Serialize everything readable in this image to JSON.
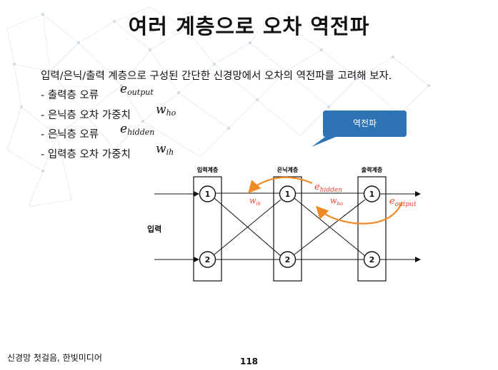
{
  "slide": {
    "title": "여러 계층으로 오차 역전파",
    "intro": "입력/은닉/출력 계층으로 구성된 간단한 신경망에서 오차의 역전파를 고려해 보자.",
    "bullets": [
      {
        "text": "- 출력층 오류",
        "symbol": "e",
        "sub": "output"
      },
      {
        "text": "- 은닉층 오차 가중치",
        "symbol": "w",
        "sub": "ho"
      },
      {
        "text": "- 은닉층 오류",
        "symbol": "e",
        "sub": "hidden"
      },
      {
        "text": "- 입력층 오차 가중치",
        "symbol": "w",
        "sub": "ih"
      }
    ],
    "callout": "역전파",
    "footer": "신경망 첫걸음, 한빛미디어",
    "page_number": "118"
  },
  "diagram": {
    "input_label": "입력",
    "layers": [
      {
        "label": "입력계층",
        "nodes": [
          "1",
          "2"
        ]
      },
      {
        "label": "은닉계층",
        "nodes": [
          "1",
          "2"
        ]
      },
      {
        "label": "출력계층",
        "nodes": [
          "1",
          "2"
        ]
      }
    ],
    "annotations": {
      "w_ih": {
        "symbol": "w",
        "sub": "ih"
      },
      "e_hidden": {
        "symbol": "e",
        "sub": "hidden"
      },
      "w_ho": {
        "symbol": "w",
        "sub": "ho"
      },
      "e_output": {
        "symbol": "e",
        "sub": "output"
      }
    },
    "colors": {
      "annotation": "#e8402a",
      "arrow": "#f08a24",
      "callout": "#2e74b5"
    }
  }
}
